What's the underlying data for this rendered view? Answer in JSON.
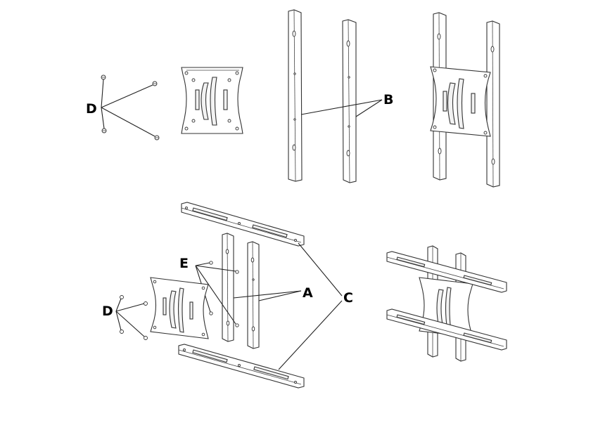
{
  "labels": {
    "top_d": "D",
    "top_b": "B",
    "bottom_e": "E",
    "bottom_a": "A",
    "bottom_c": "C",
    "bottom_d": "D"
  },
  "icons": [
    "screw-icon",
    "vesa-plate-icon",
    "vertical-rail-icon",
    "horizontal-bar-icon"
  ],
  "colors": {
    "line": "#333333",
    "background": "#ffffff"
  }
}
